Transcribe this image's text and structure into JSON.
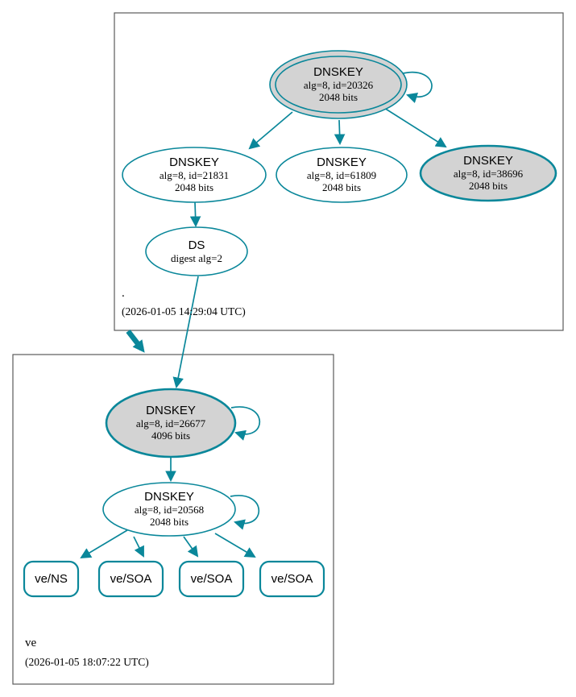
{
  "colors": {
    "edge": "#0a879a",
    "ksk_fill": "#d3d3d3",
    "node_fill": "#ffffff",
    "box_border": "#5a5a5a",
    "text": "#000000"
  },
  "zones": [
    {
      "name": ".",
      "timestamp": "(2026-01-05 14:29:04 UTC)",
      "nodes": {
        "ksk": {
          "title": "DNSKEY",
          "detail": "alg=8, id=20326",
          "bits": "2048 bits"
        },
        "zsk1": {
          "title": "DNSKEY",
          "detail": "alg=8, id=21831",
          "bits": "2048 bits"
        },
        "zsk2": {
          "title": "DNSKEY",
          "detail": "alg=8, id=61809",
          "bits": "2048 bits"
        },
        "ksk2": {
          "title": "DNSKEY",
          "detail": "alg=8, id=38696",
          "bits": "2048 bits"
        },
        "ds": {
          "title": "DS",
          "detail": "digest alg=2"
        }
      }
    },
    {
      "name": "ve",
      "timestamp": "(2026-01-05 18:07:22 UTC)",
      "nodes": {
        "ksk": {
          "title": "DNSKEY",
          "detail": "alg=8, id=26677",
          "bits": "4096 bits"
        },
        "zsk": {
          "title": "DNSKEY",
          "detail": "alg=8, id=20568",
          "bits": "2048 bits"
        },
        "rrsets": [
          {
            "label": "ve/NS"
          },
          {
            "label": "ve/SOA"
          },
          {
            "label": "ve/SOA"
          },
          {
            "label": "ve/SOA"
          }
        ]
      }
    }
  ],
  "edges": [
    {
      "from": "dnskey-20326",
      "to": "dnskey-20326",
      "type": "self-sign"
    },
    {
      "from": "dnskey-20326",
      "to": "dnskey-21831",
      "type": "sign"
    },
    {
      "from": "dnskey-20326",
      "to": "dnskey-61809",
      "type": "sign"
    },
    {
      "from": "dnskey-20326",
      "to": "dnskey-38696",
      "type": "sign"
    },
    {
      "from": "dnskey-21831",
      "to": "ds-digest-alg-2",
      "type": "digest"
    },
    {
      "from": "ds-digest-alg-2",
      "to": "dnskey-26677",
      "type": "delegation"
    },
    {
      "from": "zone-root",
      "to": "zone-ve",
      "type": "delegation"
    },
    {
      "from": "dnskey-26677",
      "to": "dnskey-26677",
      "type": "self-sign"
    },
    {
      "from": "dnskey-26677",
      "to": "dnskey-20568",
      "type": "sign"
    },
    {
      "from": "dnskey-20568",
      "to": "dnskey-20568",
      "type": "self-sign"
    },
    {
      "from": "dnskey-20568",
      "to": "rrset-ve-ns",
      "type": "sign"
    },
    {
      "from": "dnskey-20568",
      "to": "rrset-ve-soa-1",
      "type": "sign"
    },
    {
      "from": "dnskey-20568",
      "to": "rrset-ve-soa-2",
      "type": "sign"
    },
    {
      "from": "dnskey-20568",
      "to": "rrset-ve-soa-3",
      "type": "sign"
    }
  ]
}
